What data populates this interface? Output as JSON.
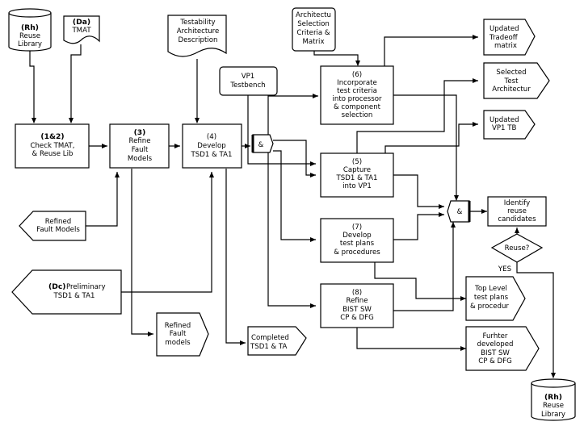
{
  "diagram": {
    "title": "Testability architecture process flow",
    "inputs": {
      "reuse_library_top": {
        "tag": "(Rh)",
        "lines": [
          "Reuse",
          "Library"
        ]
      },
      "tmat_doc": {
        "tag": "(Da)",
        "lines": [
          "TMAT"
        ]
      },
      "testability_arch_doc": {
        "lines": [
          "Testability",
          "Architecture",
          "Description"
        ]
      },
      "arch_selection_criteria": {
        "lines": [
          "Architectu",
          "Selection",
          "Criteria &",
          "Matrix"
        ]
      },
      "vp1_testbench": {
        "lines": [
          "VP1",
          "Testbench"
        ]
      },
      "refined_fault_models_in": {
        "lines": [
          "Refined",
          "Fault Models"
        ]
      },
      "preliminary_tsd": {
        "tag": "(Dc)",
        "lines": [
          "Preliminary",
          "TSD1 & TA1"
        ]
      }
    },
    "processes": {
      "p12": {
        "tag": "(1&2)",
        "lines": [
          "Check TMAT,",
          "& Reuse Lib"
        ]
      },
      "p3": {
        "tag": "(3)",
        "lines": [
          "Refine",
          "Fault",
          "Models"
        ]
      },
      "p4": {
        "lines": [
          "(4)",
          "Develop",
          "TSD1 & TA1"
        ]
      },
      "p5": {
        "lines": [
          "(5)",
          "Capture",
          "TSD1 & TA1",
          "into VP1"
        ]
      },
      "p6": {
        "lines": [
          "(6)",
          "Incorporate",
          "test criteria",
          "into processor",
          "& component",
          "selection"
        ]
      },
      "p7": {
        "lines": [
          "(7)",
          "Develop",
          "test plans",
          "& procedures"
        ]
      },
      "p8": {
        "lines": [
          "(8)",
          "Refine",
          "BIST SW",
          "CP & DFG"
        ]
      },
      "identify": {
        "lines": [
          "Identify",
          "reuse",
          "candidates"
        ]
      }
    },
    "gates": {
      "and1": {
        "label": "&"
      },
      "and2": {
        "label": "&"
      }
    },
    "decision": {
      "label": "Reuse?",
      "yes_label": "YES"
    },
    "outputs": {
      "updated_tradeoff": {
        "lines": [
          "Updated",
          "Tradeoff",
          "matrix"
        ]
      },
      "selected_test_arch": {
        "lines": [
          "Selected",
          "Test",
          "Architectur"
        ]
      },
      "updated_vp1_tb": {
        "lines": [
          "Updated",
          "VP1 TB"
        ]
      },
      "top_level_test_plans": {
        "lines": [
          "Top Level",
          "test plans",
          "& procedur"
        ]
      },
      "further_developed_bist": {
        "lines": [
          "Furhter",
          "developed",
          "BIST SW",
          "CP & DFG"
        ]
      },
      "refined_fault_models_out": {
        "lines": [
          "Refined",
          "Fault",
          "models"
        ]
      },
      "completed_tsd": {
        "lines": [
          "Completed",
          "TSD1 & TA"
        ]
      },
      "reuse_library_bottom": {
        "tag": "(Rh)",
        "lines": [
          "Reuse",
          "Library"
        ]
      }
    }
  }
}
